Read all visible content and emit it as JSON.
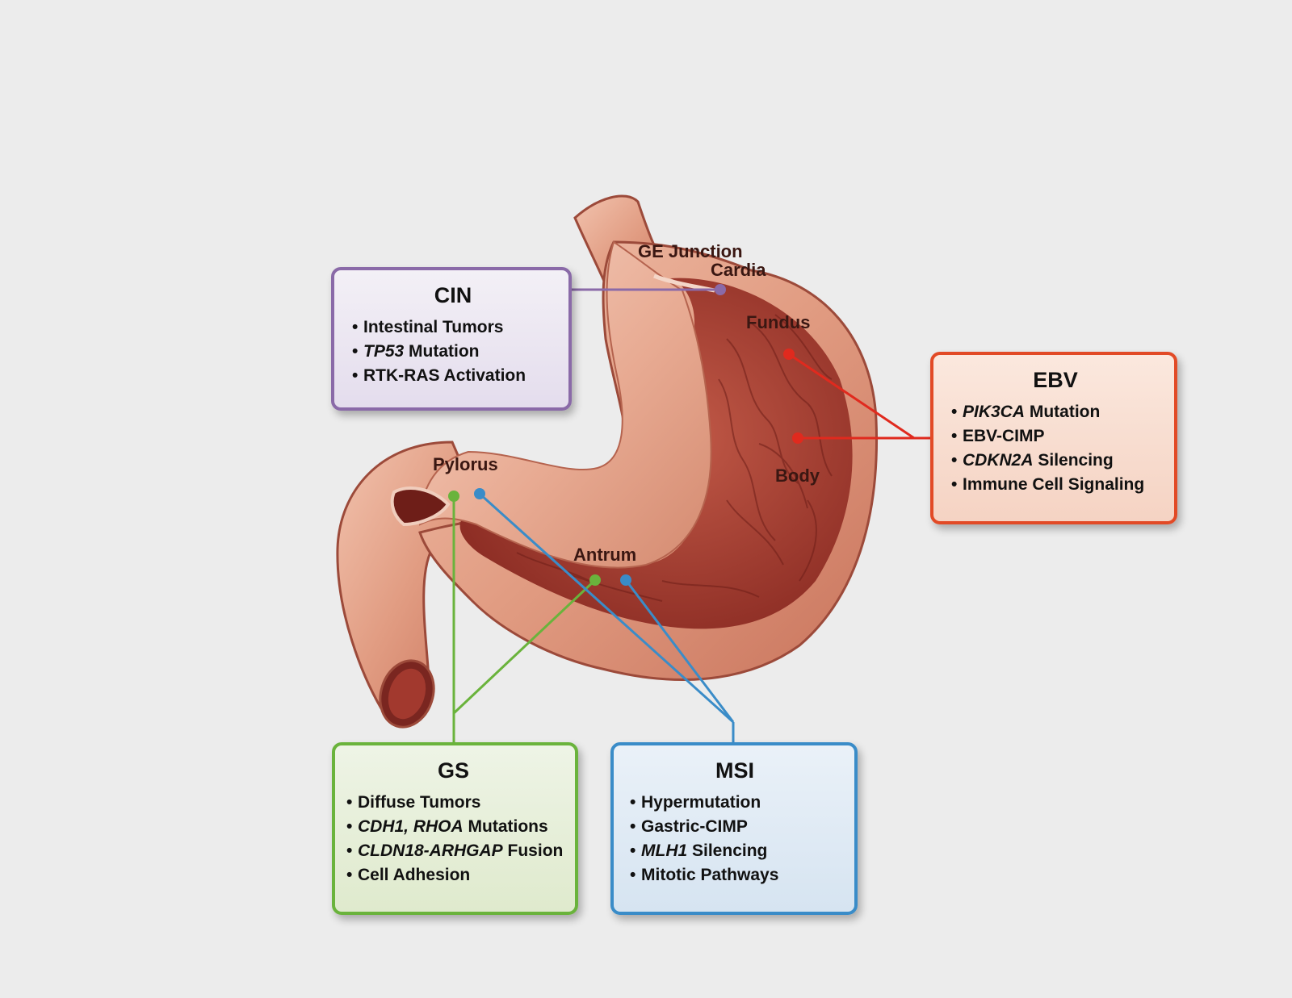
{
  "regions": {
    "ge_junction": "GE Junction",
    "cardia": "Cardia",
    "fundus": "Fundus",
    "body": "Body",
    "pylorus": "Pylorus",
    "antrum": "Antrum"
  },
  "subtypes": {
    "cin": {
      "title": "CIN",
      "color": "#8a6aa8",
      "items": [
        {
          "bullet": "•",
          "gene": "",
          "text": "Intestinal Tumors"
        },
        {
          "bullet": "•",
          "gene": "TP53",
          "text": " Mutation"
        },
        {
          "bullet": "•",
          "gene": "",
          "text": "RTK-RAS Activation"
        }
      ]
    },
    "ebv": {
      "title": "EBV",
      "color": "#e24a26",
      "items": [
        {
          "bullet": "•",
          "gene": "PIK3CA",
          "text": " Mutation"
        },
        {
          "bullet": "•",
          "gene": "",
          "text": "EBV-CIMP"
        },
        {
          "bullet": "•",
          "gene": "CDKN2A",
          "text": " Silencing"
        },
        {
          "bullet": "•",
          "gene": "",
          "text": "Immune Cell Signaling"
        }
      ]
    },
    "gs": {
      "title": "GS",
      "color": "#6ab33c",
      "items": [
        {
          "bullet": "•",
          "gene": "",
          "text": "Diffuse Tumors"
        },
        {
          "bullet": "•",
          "gene": "CDH1, RHOA",
          "text": " Mutations"
        },
        {
          "bullet": "•",
          "gene": "CLDN18-ARHGAP",
          "text": " Fusion"
        },
        {
          "bullet": "•",
          "gene": "",
          "text": "Cell Adhesion"
        }
      ]
    },
    "msi": {
      "title": "MSI",
      "color": "#3a8cc8",
      "items": [
        {
          "bullet": "•",
          "gene": "",
          "text": "Hypermutation"
        },
        {
          "bullet": "•",
          "gene": "",
          "text": "Gastric-CIMP"
        },
        {
          "bullet": "•",
          "gene": "MLH1",
          "text": " Silencing"
        },
        {
          "bullet": "•",
          "gene": "",
          "text": "Mitotic Pathways"
        }
      ]
    }
  }
}
